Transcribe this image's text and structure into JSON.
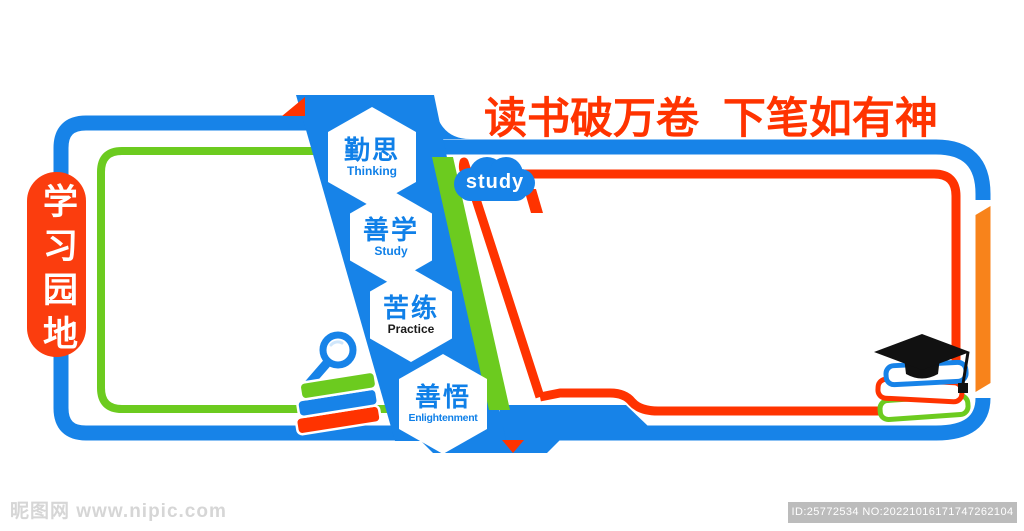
{
  "poster": {
    "title": "读书破万卷  下笔如有神",
    "side_banner": "学习园地",
    "cloud_label": "study",
    "badges": [
      {
        "zh": "勤思",
        "en": "Thinking"
      },
      {
        "zh": "善学",
        "en": "Study"
      },
      {
        "zh": "苦练",
        "en": "Practice"
      },
      {
        "zh": "善悟",
        "en": "Enlightenment"
      }
    ],
    "colors": {
      "blue": "#1783E8",
      "green": "#6CCB1F",
      "red": "#FF3300",
      "orange": "#F8831B",
      "pill_red": "#FB3D0E",
      "cap_black": "#111111"
    }
  },
  "watermark": {
    "site_text": "昵图网 www.nipic.com",
    "id_text": "ID:25772534 NO:20221016171747262104"
  }
}
